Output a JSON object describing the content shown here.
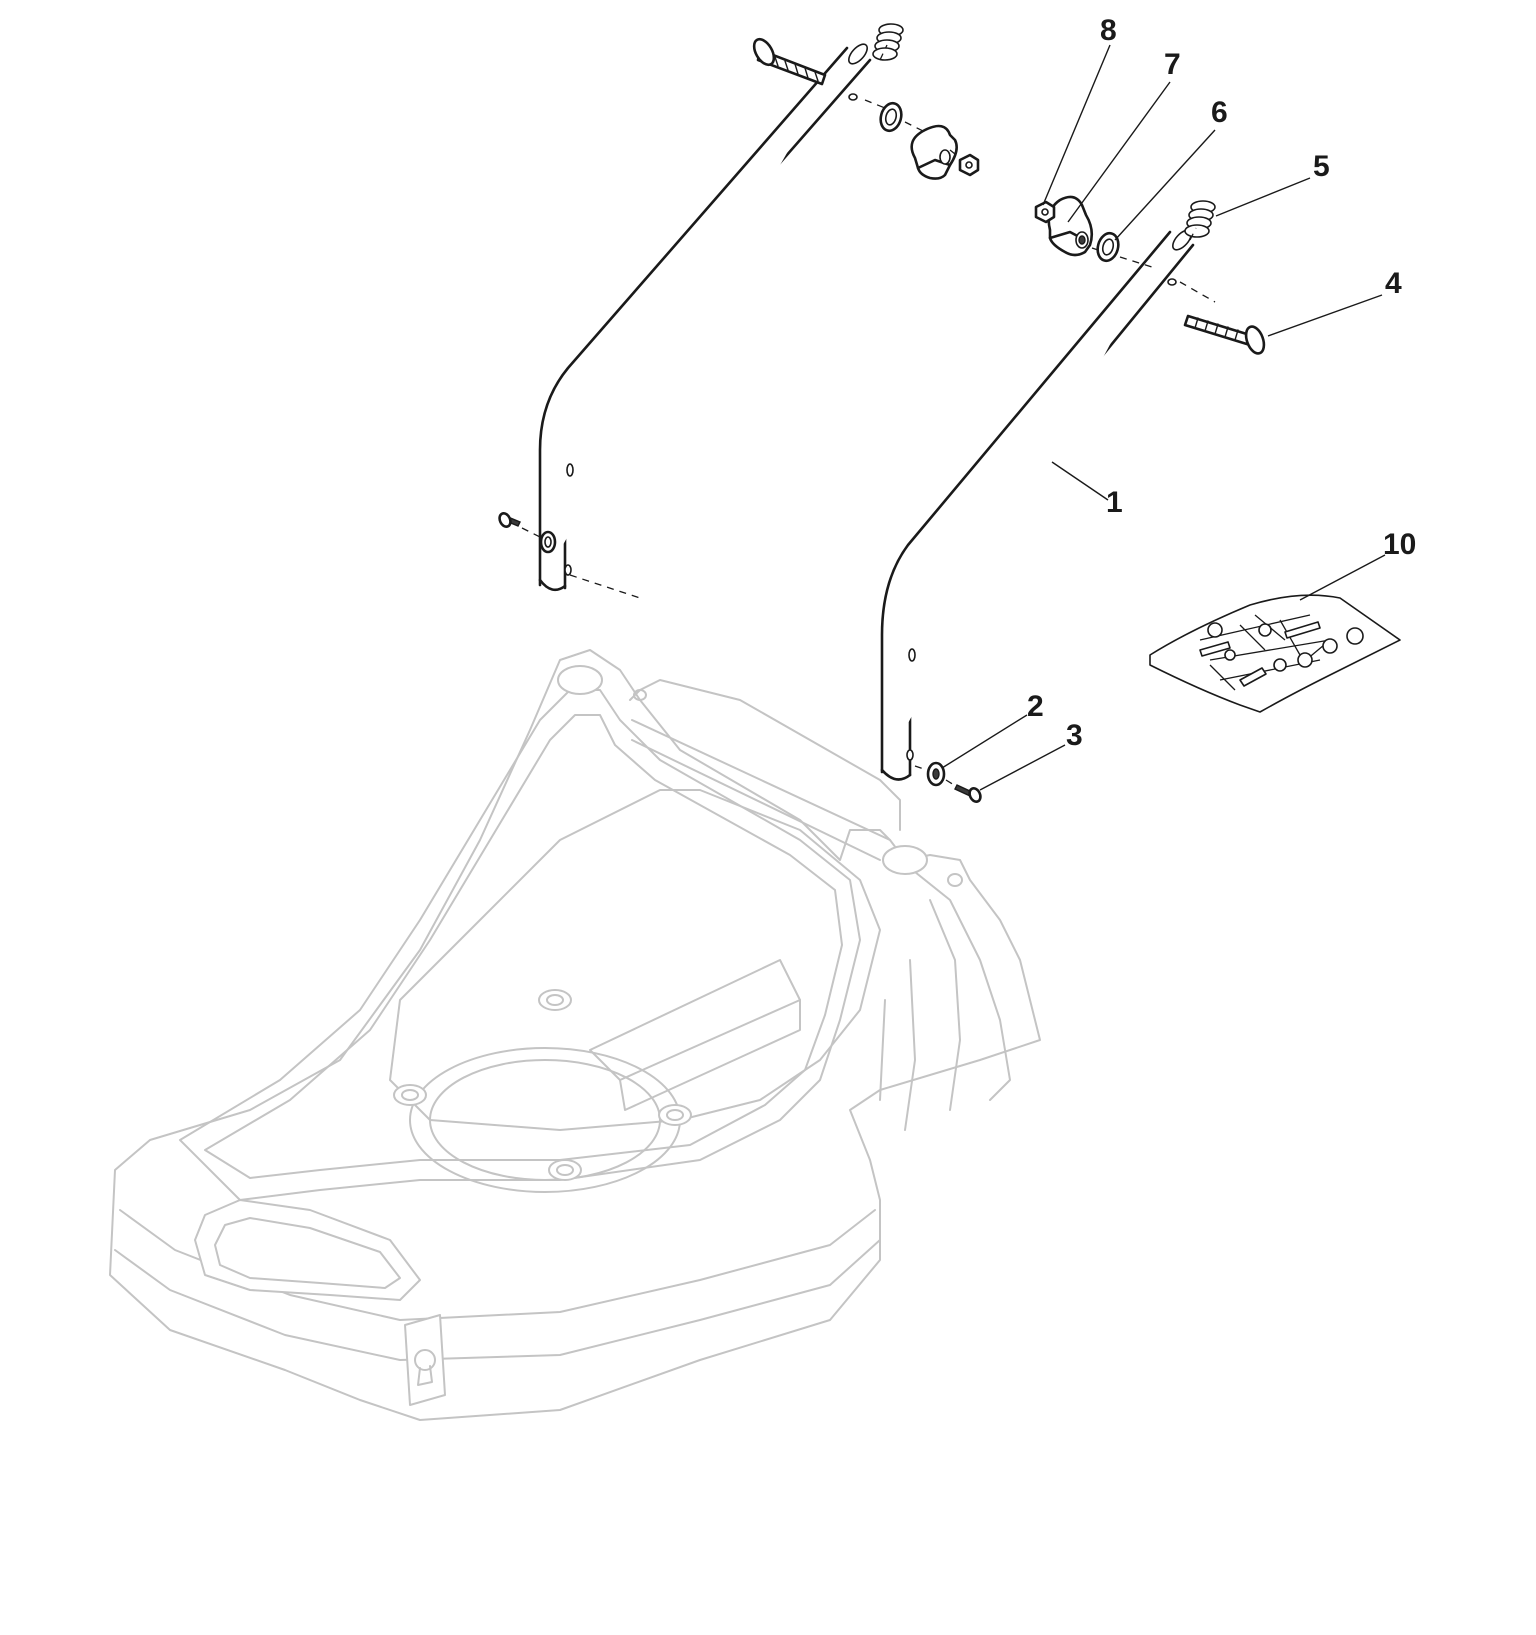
{
  "callouts": [
    {
      "id": "1",
      "label": "1"
    },
    {
      "id": "2",
      "label": "2"
    },
    {
      "id": "3",
      "label": "3"
    },
    {
      "id": "4",
      "label": "4"
    },
    {
      "id": "5",
      "label": "5"
    },
    {
      "id": "6",
      "label": "6"
    },
    {
      "id": "7",
      "label": "7"
    },
    {
      "id": "8",
      "label": "8"
    },
    {
      "id": "10",
      "label": "10"
    }
  ],
  "colors": {
    "line": "#1a1a1a",
    "deck_outline": "#c4c4c4",
    "background": "#ffffff"
  }
}
